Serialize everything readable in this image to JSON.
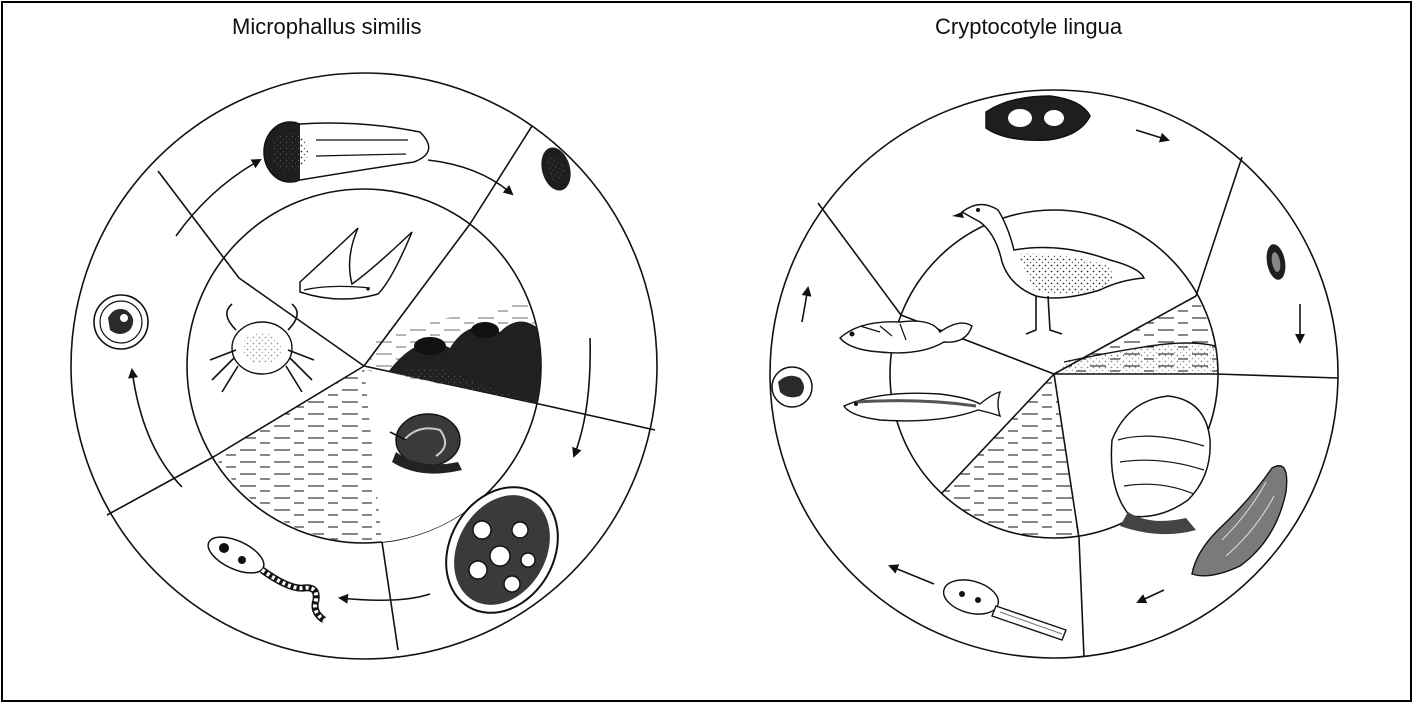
{
  "figure": {
    "left_cycle": {
      "title": "Microphallus similis",
      "stages": [
        "egg",
        "miracidium",
        "snail-host",
        "sporocyst",
        "cercaria",
        "crab-host",
        "metacercaria",
        "bird-host"
      ]
    },
    "right_cycle": {
      "title": "Cryptocotyle lingua",
      "stages": [
        "egg",
        "miracidium",
        "snail-host",
        "redia",
        "cercaria",
        "fish-host",
        "metacercaria",
        "gull-host"
      ]
    }
  }
}
